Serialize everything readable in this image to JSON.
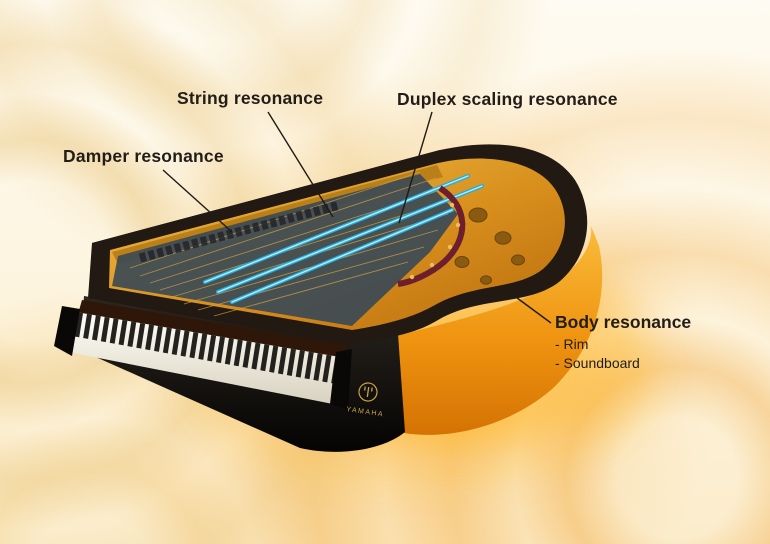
{
  "diagram": {
    "type": "piano-resonance-diagram",
    "labels": {
      "damper": {
        "text": "Damper resonance"
      },
      "string": {
        "text": "String resonance"
      },
      "duplex": {
        "text": "Duplex scaling resonance"
      },
      "body": {
        "text": "Body resonance",
        "items": [
          "- Rim",
          "- Soundboard"
        ]
      }
    },
    "brand": "YAMAHA",
    "colors": {
      "label_text": "#221d18",
      "string_highlight": "#21aede",
      "body_glow": "#f6a21c",
      "plate_gold": "#d88f1c",
      "background_cream": "#fdf7e9"
    }
  }
}
